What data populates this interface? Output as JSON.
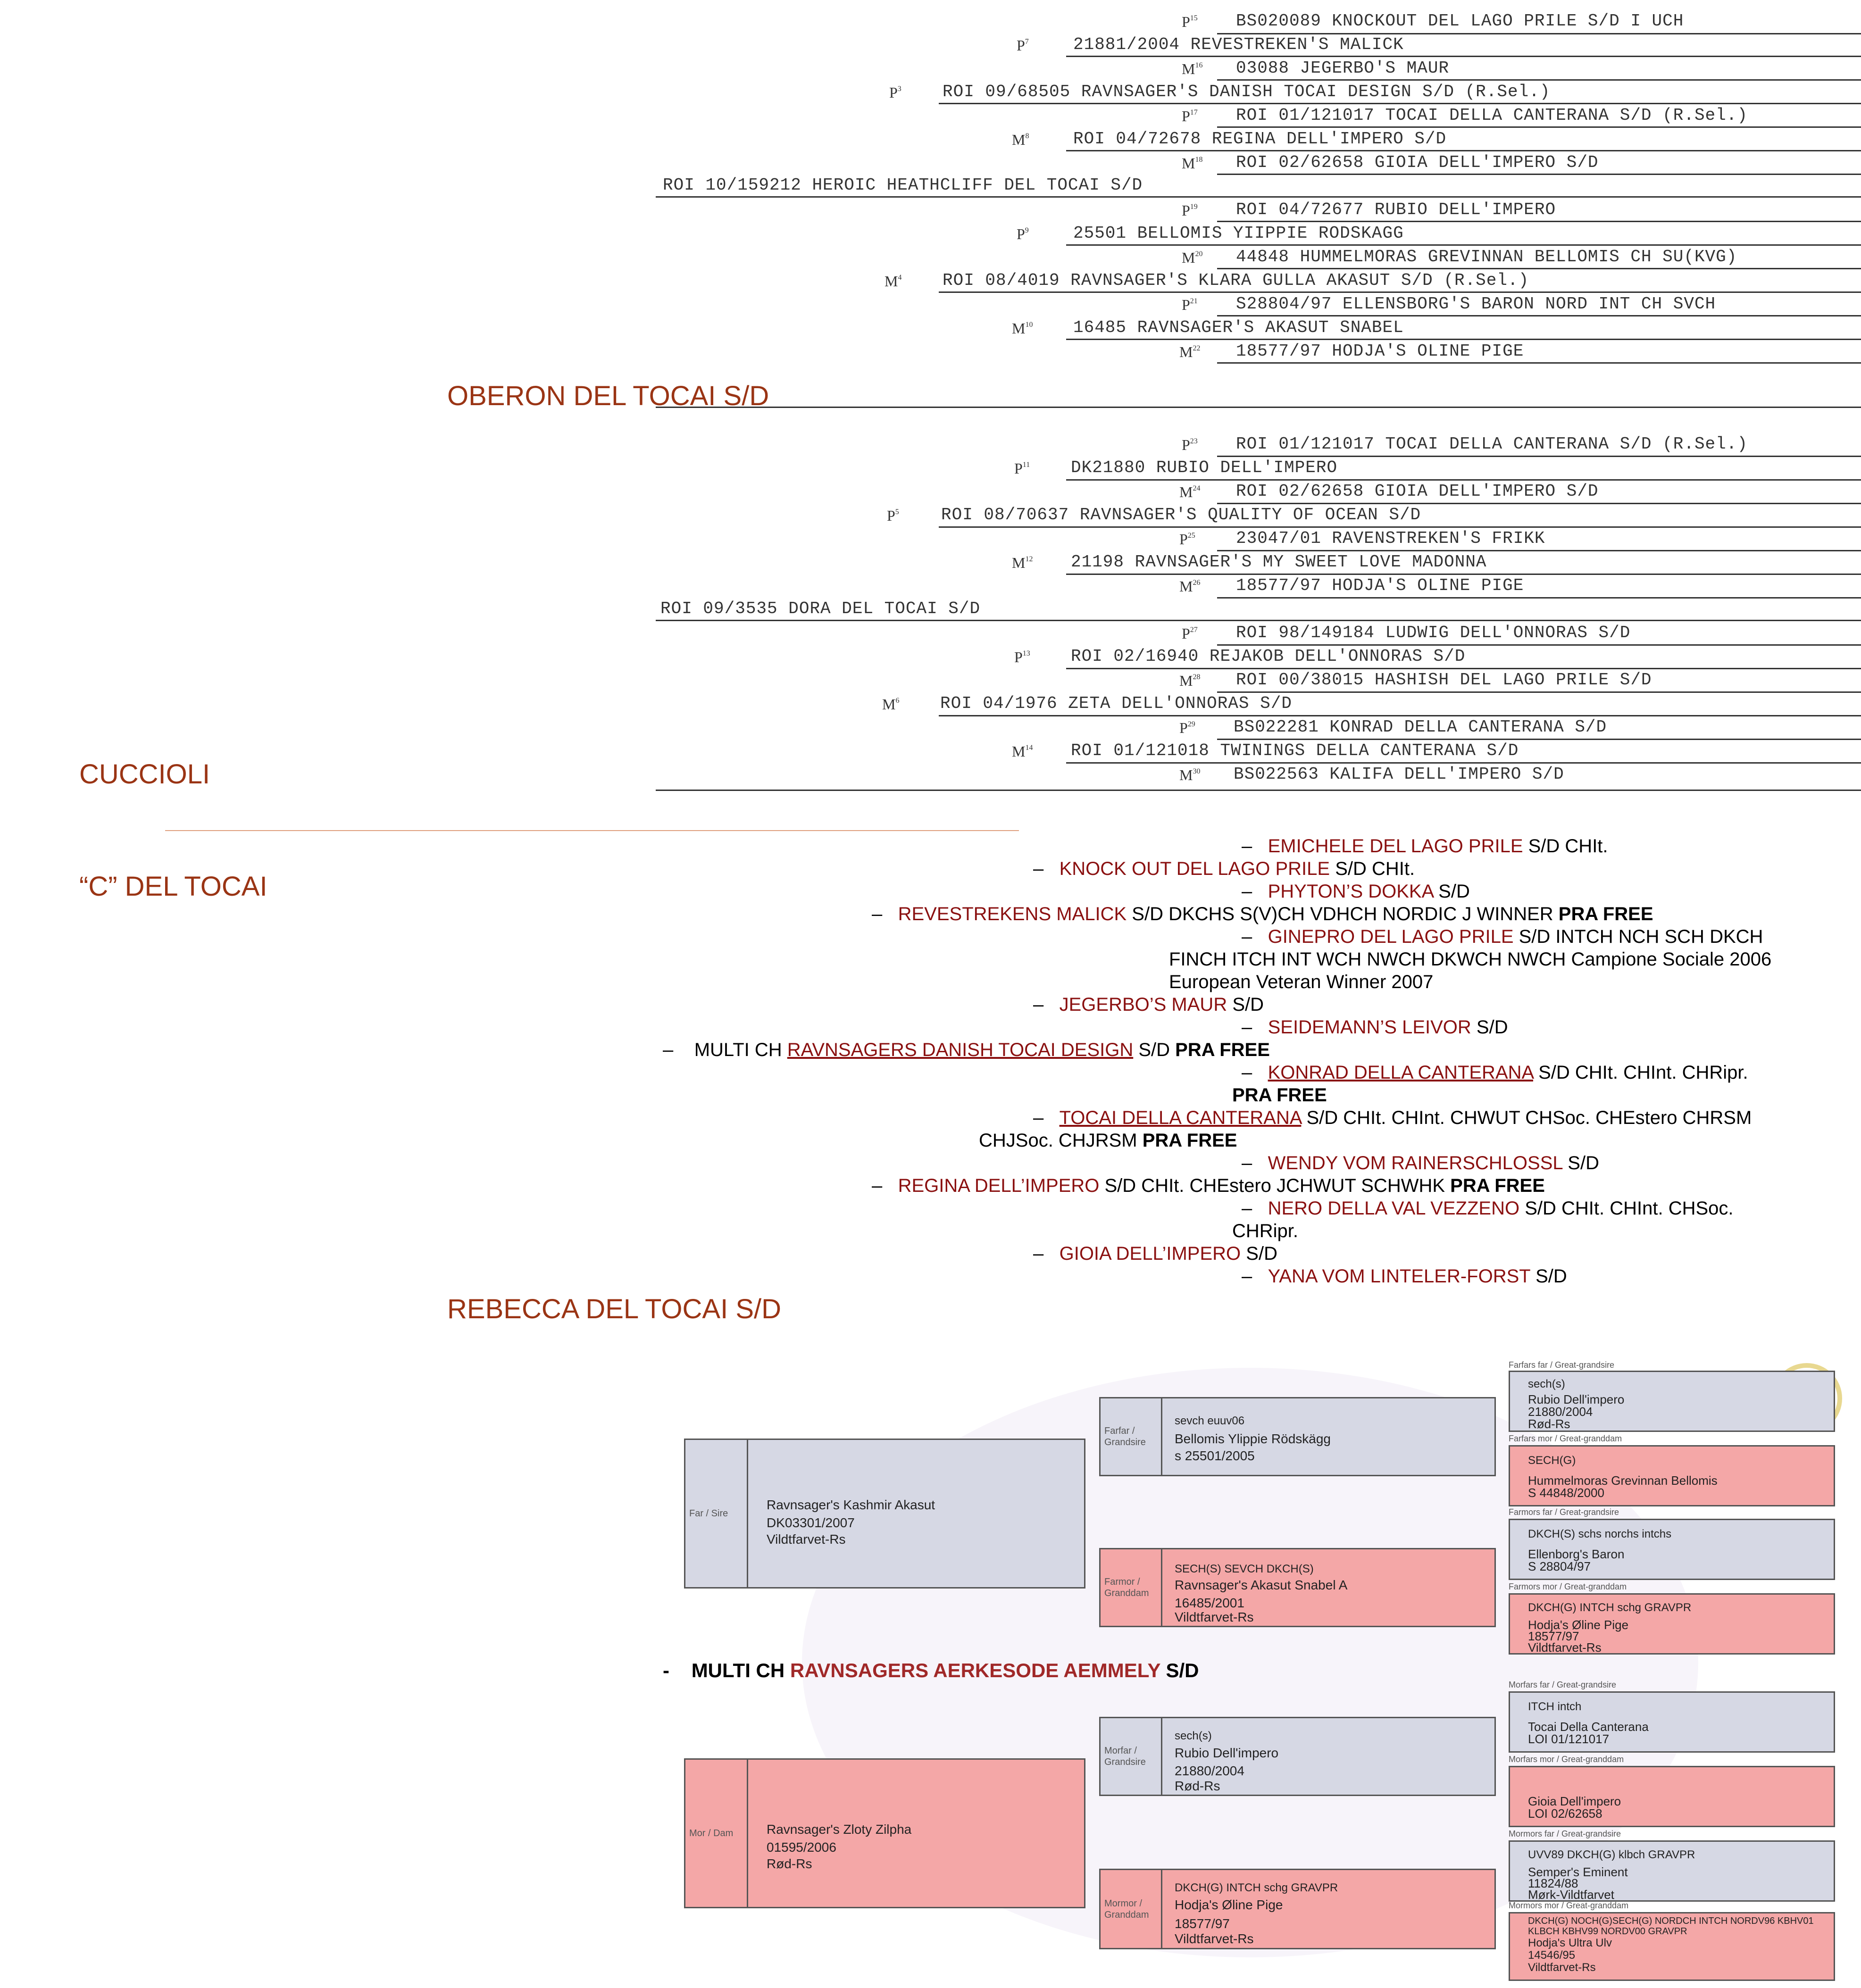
{
  "pedigree_typed": {
    "entries": [
      {
        "mark": "P",
        "num": "15",
        "text": "BS020089 KNOCKOUT DEL LAGO PRILE S/D I UCH"
      },
      {
        "mark": "P",
        "num": "7",
        "text": "21881/2004 REVESTREKEN'S MALICK"
      },
      {
        "mark": "M",
        "num": "16",
        "text": "03088 JEGERBO'S MAUR"
      },
      {
        "mark": "P",
        "num": "3",
        "text": "ROI 09/68505 RAVNSAGER'S DANISH TOCAI DESIGN S/D (R.Sel.)"
      },
      {
        "mark": "P",
        "num": "17",
        "text": "ROI 01/121017 TOCAI DELLA CANTERANA  S/D (R.Sel.)"
      },
      {
        "mark": "M",
        "num": "8",
        "text": "ROI 04/72678 REGINA DELL'IMPERO  S/D"
      },
      {
        "mark": "M",
        "num": "18",
        "text": "ROI 02/62658 GIOIA DELL'IMPERO  S/D"
      },
      {
        "mark": "",
        "num": "",
        "text": "ROI 10/159212 HEROIC HEATHCLIFF DEL TOCAI S/D"
      },
      {
        "mark": "P",
        "num": "19",
        "text": "ROI 04/72677 RUBIO DELL'IMPERO"
      },
      {
        "mark": "P",
        "num": "9",
        "text": "25501 BELLOMIS YIIPPIE RODSKAGG"
      },
      {
        "mark": "M",
        "num": "20",
        "text": "44848 HUMMELMORAS GREVINNAN BELLOMIS CH SU(KVG)"
      },
      {
        "mark": "M",
        "num": "4",
        "text": "ROI 08/4019 RAVNSAGER'S KLARA GULLA AKASUT S/D (R.Sel.)"
      },
      {
        "mark": "P",
        "num": "21",
        "text": "S28804/97 ELLENSBORG'S BARON NORD INT CH SVCH"
      },
      {
        "mark": "M",
        "num": "10",
        "text": "16485 RAVNSAGER'S AKASUT SNABEL"
      },
      {
        "mark": "M",
        "num": "22",
        "text": "18577/97 HODJA'S OLINE PIGE"
      },
      {
        "mark": "P",
        "num": "23",
        "text": "ROI 01/121017 TOCAI DELLA CANTERANA  S/D (R.Sel.)"
      },
      {
        "mark": "P",
        "num": "11",
        "text": "DK21880 RUBIO DELL'IMPERO"
      },
      {
        "mark": "M",
        "num": "24",
        "text": "ROI 02/62658 GIOIA DELL'IMPERO  S/D"
      },
      {
        "mark": "P",
        "num": "5",
        "text": "ROI 08/70637 RAVNSAGER'S QUALITY OF OCEAN S/D"
      },
      {
        "mark": "P",
        "num": "25",
        "text": "23047/01 RAVENSTREKEN'S FRIKK"
      },
      {
        "mark": "M",
        "num": "12",
        "text": "21198 RAVNSAGER'S MY SWEET LOVE MADONNA"
      },
      {
        "mark": "M",
        "num": "26",
        "text": "18577/97 HODJA'S OLINE PIGE"
      },
      {
        "mark": "",
        "num": "",
        "text": "ROI 09/3535 DORA DEL TOCAI S/D"
      },
      {
        "mark": "P",
        "num": "27",
        "text": "ROI 98/149184 LUDWIG DELL'ONNORAS  S/D"
      },
      {
        "mark": "P",
        "num": "13",
        "text": "ROI 02/16940 REJAKOB DELL'ONNORAS  S/D"
      },
      {
        "mark": "M",
        "num": "28",
        "text": "ROI 00/38015 HASHISH DEL LAGO PRILE S/D"
      },
      {
        "mark": "M",
        "num": "6",
        "text": "ROI 04/1976 ZETA DELL'ONNORAS  S/D"
      },
      {
        "mark": "P",
        "num": "29",
        "text": "BS022281 KONRAD DELLA CANTERANA S/D"
      },
      {
        "mark": "M",
        "num": "14",
        "text": "ROI 01/121018 TWININGS DELLA CANTERANA  S/D"
      },
      {
        "mark": "M",
        "num": "30",
        "text": "BS022563 KALIFA DELL'IMPERO S/D"
      }
    ]
  },
  "headings": {
    "oberon": "OBERON DEL TOCAI S/D",
    "cuccioli": "CUCCIOLI",
    "c_del_tocai": "“C” DEL TOCAI",
    "rebecca": "REBECCA DEL TOCAI S/D"
  },
  "lineage": {
    "dash": "–",
    "emichele": {
      "name": "EMICHELE DEL LAGO PRILE",
      "rest": " S/D CHIt."
    },
    "knockout": {
      "name": "KNOCK OUT DEL LAGO PRILE",
      "rest": " S/D CHIt."
    },
    "phyton": {
      "name": "PHYTON’S DOKKA",
      "rest": " S/D"
    },
    "revestrekens": {
      "name": "REVESTREKENS MALICK",
      "rest": " S/D DKCHS S(V)CH VDHCH  NORDIC J WINNER ",
      "bold": "PRA FREE"
    },
    "ginepro": {
      "name": "GINEPRO DEL LAGO PRILE",
      "rest": " S/D INTCH NCH SCH DKCH",
      "line2": "FINCH ITCH INT WCH NWCH DKWCH NWCH Campione Sociale 2006",
      "line3": "European Veteran Winner 2007"
    },
    "jegerbo": {
      "name": "JEGERBO’S MAUR",
      "rest": " S/D"
    },
    "seidemann": {
      "name": "SEIDEMANN’S LEIVOR",
      "rest": " S/D"
    },
    "multi_danish": {
      "pre": "MULTI CH ",
      "name": "RAVNSAGERS DANISH TOCAI DESIGN",
      "rest": " S/D ",
      "bold": "PRA FREE"
    },
    "konrad": {
      "name": "KONRAD DELLA CANTERANA",
      "rest": " S/D CHIt. CHInt. CHRipr.",
      "bold2": "PRA FREE"
    },
    "tocai": {
      "name": "TOCAI DELLA CANTERANA",
      "rest": " S/D CHIt. CHInt. CHWUT  CHSoc. CHEstero CHRSM",
      "line2": "CHJSoc. CHJRSM ",
      "bold": "PRA FREE"
    },
    "wendy": {
      "name": "WENDY VOM RAINERSCHLOSSL",
      "rest": " S/D"
    },
    "regina": {
      "name": "REGINA DELL’IMPERO",
      "rest": " S/D CHIt. CHEstero JCHWUT SCHWHK ",
      "bold": "PRA FREE"
    },
    "nero": {
      "name": "NERO DELLA VAL VEZZENO",
      "rest": " S/D CHIt. CHInt. CHSoc.",
      "line2": "CHRipr."
    },
    "gioia": {
      "name": "GIOIA DELL’IMPERO",
      "rest": " S/D"
    },
    "yana": {
      "name": "YANA VOM LINTELER-FORST",
      "rest": " S/D"
    }
  },
  "multi_ch_aerkesode": {
    "dash": "-",
    "pre": "MULTI CH ",
    "name": "RAVNSAGERS AERKESODE AEMMELY",
    "rest": " S/D"
  },
  "pedigree_chart": {
    "sire": {
      "label": "Far / Sire",
      "name": "Ravnsager's Kashmir Akasut",
      "reg": "DK03301/2007",
      "color": "Vildtfarvet-Rs"
    },
    "dam": {
      "label": "Mor / Dam",
      "name": "Ravnsager's Zloty Zilpha",
      "reg": "01595/2006",
      "color": "Rød-Rs"
    },
    "farfar": {
      "label": "Farfar / Grandsire",
      "title": "sevch euuv06",
      "name": "Bellomis Ylippie Rödskägg",
      "reg": "s 25501/2005"
    },
    "farmor": {
      "label": "Farmor / Granddam",
      "title": "SECH(S) SEVCH DKCH(S)",
      "name": "Ravnsager's Akasut Snabel A",
      "reg": "16485/2001",
      "color": "Vildtfarvet-Rs"
    },
    "morfar": {
      "label": "Morfar / Grandsire",
      "title": "sech(s)",
      "name": "Rubio Dell'impero",
      "reg": "21880/2004",
      "color": "Rød-Rs"
    },
    "mormor": {
      "label": "Mormor / Granddam",
      "title": "DKCH(G) INTCH schg GRAVPR",
      "name": "Hodja's Øline Pige",
      "reg": "18577/97",
      "color": "Vildtfarvet-Rs"
    },
    "gg": [
      {
        "caption": "Farfars far / Great-grandsire",
        "title": "sech(s)",
        "name": "Rubio Dell'impero",
        "reg": "21880/2004",
        "color": "Rød-Rs"
      },
      {
        "caption": "Farfars mor / Great-granddam",
        "title": "SECH(G)",
        "name": "Hummelmoras Grevinnan Bellomis",
        "reg": "S 44848/2000"
      },
      {
        "caption": "Farmors far / Great-grandsire",
        "title": "DKCH(S) schs norchs intchs",
        "name": "Ellenborg's Baron",
        "reg": "S 28804/97"
      },
      {
        "caption": "Farmors mor / Great-granddam",
        "title": "DKCH(G) INTCH schg GRAVPR",
        "name": "Hodja's Øline Pige",
        "reg": "18577/97",
        "color": "Vildtfarvet-Rs"
      },
      {
        "caption": "Morfars far / Great-grandsire",
        "title": "ITCH intch",
        "name": "Tocai Della Canterana",
        "reg": "LOI 01/121017"
      },
      {
        "caption": "Morfars mor / Great-granddam",
        "title": "",
        "name": "Gioia Dell'impero",
        "reg": "LOI 02/62658"
      },
      {
        "caption": "Mormors far / Great-grandsire",
        "title": "UVV89 DKCH(G) klbch GRAVPR",
        "name": "Semper's Eminent",
        "reg": "11824/88",
        "color": "Mørk-Vildtfarvet"
      },
      {
        "caption": "Mormors mor / Great-granddam",
        "title": "DKCH(G) NOCH(G)SECH(G) NORDCH INTCH NORDV96 KBHV01",
        "title2": "KLBCH KBHV99 NORDV00 GRAVPR",
        "name": "Hodja's Ultra Ulv",
        "reg": "14546/95",
        "color": "Vildtfarvet-Rs"
      }
    ],
    "colors": {
      "pink": "#f4a7a7",
      "gray": "#d6d8e4",
      "heading": "#9a3414",
      "dogname": "#8a1010"
    }
  }
}
